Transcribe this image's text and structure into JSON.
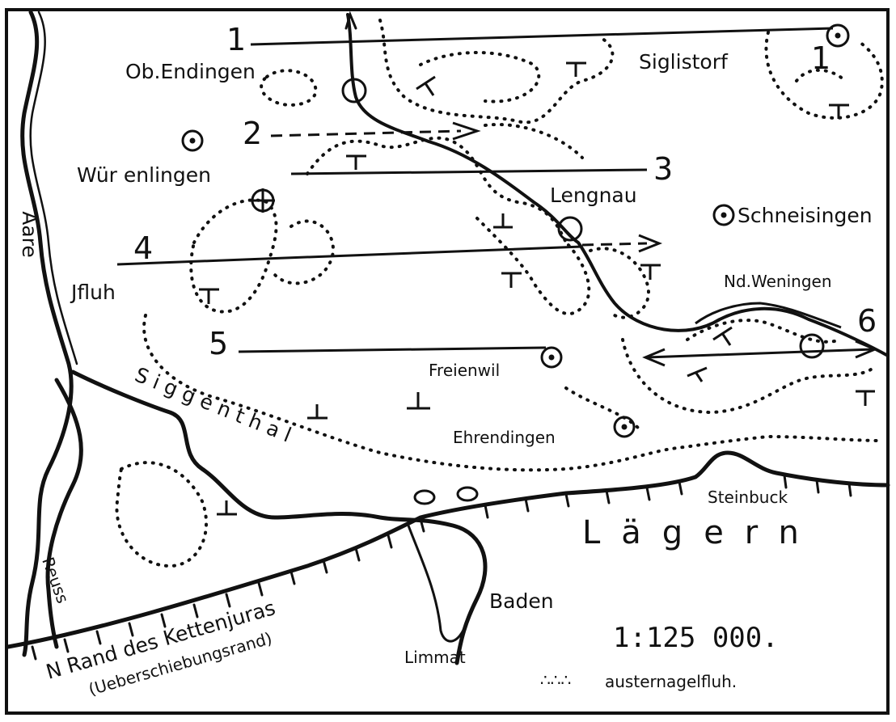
{
  "colors": {
    "ink": "#111111",
    "paper": "#ffffff"
  },
  "places": {
    "ob_endingen": "Ob.Endingen",
    "siglistorf": "Siglistorf",
    "wurenlingen": "Wür enlingen",
    "lengnau": "Lengnau",
    "schneisingen": "Schneisingen",
    "ifluh": "Jfluh",
    "nd_weningen": "Nd.Weningen",
    "freienwil": "Freienwil",
    "ehrendingen": "Ehrendingen",
    "siggenthal": "Siggenthal",
    "steinbuck": "Steinbuck",
    "lagern": "Lägern",
    "baden": "Baden",
    "limmat": "Limmat",
    "aare": "Aare",
    "reuss": "Reuss"
  },
  "rand": {
    "line1": "N Rand des Kettenjuras",
    "line2": "(Ueberschiebungsrand)"
  },
  "profiles": [
    "1",
    "1",
    "2",
    "3",
    "4",
    "5",
    "6"
  ],
  "dip_symbol": "T",
  "scale": "1:125 000.",
  "legend": {
    "symbol": "∴∴∴",
    "label": "austernagelfluh."
  }
}
